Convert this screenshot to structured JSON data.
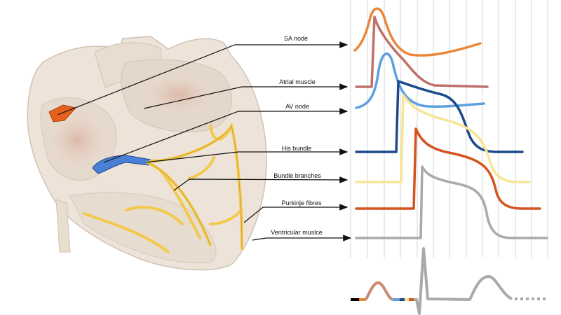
{
  "labels": {
    "sa_node": "SA node",
    "atrial_muscle": "Atrial muscle",
    "av_node": "AV node",
    "his_bundle": "His bundle",
    "bundle_branches": "Bundle branches",
    "purkinje_fibres": "Purkinje fibres",
    "ventricular_muscle": "Ventricular muslce"
  },
  "colors": {
    "sa_node": "#e8873a",
    "atrial_muscle": "#c0706a",
    "av_node": "#5f9fe0",
    "his_bundle": "#1c4a8a",
    "bundle_branches": "#f6e594",
    "purkinje_fibres": "#d5531e",
    "ventricular_muscle": "#a9a9a9",
    "conduction_system": "#f3c94a",
    "heart_tissue": "#ede3d8"
  }
}
